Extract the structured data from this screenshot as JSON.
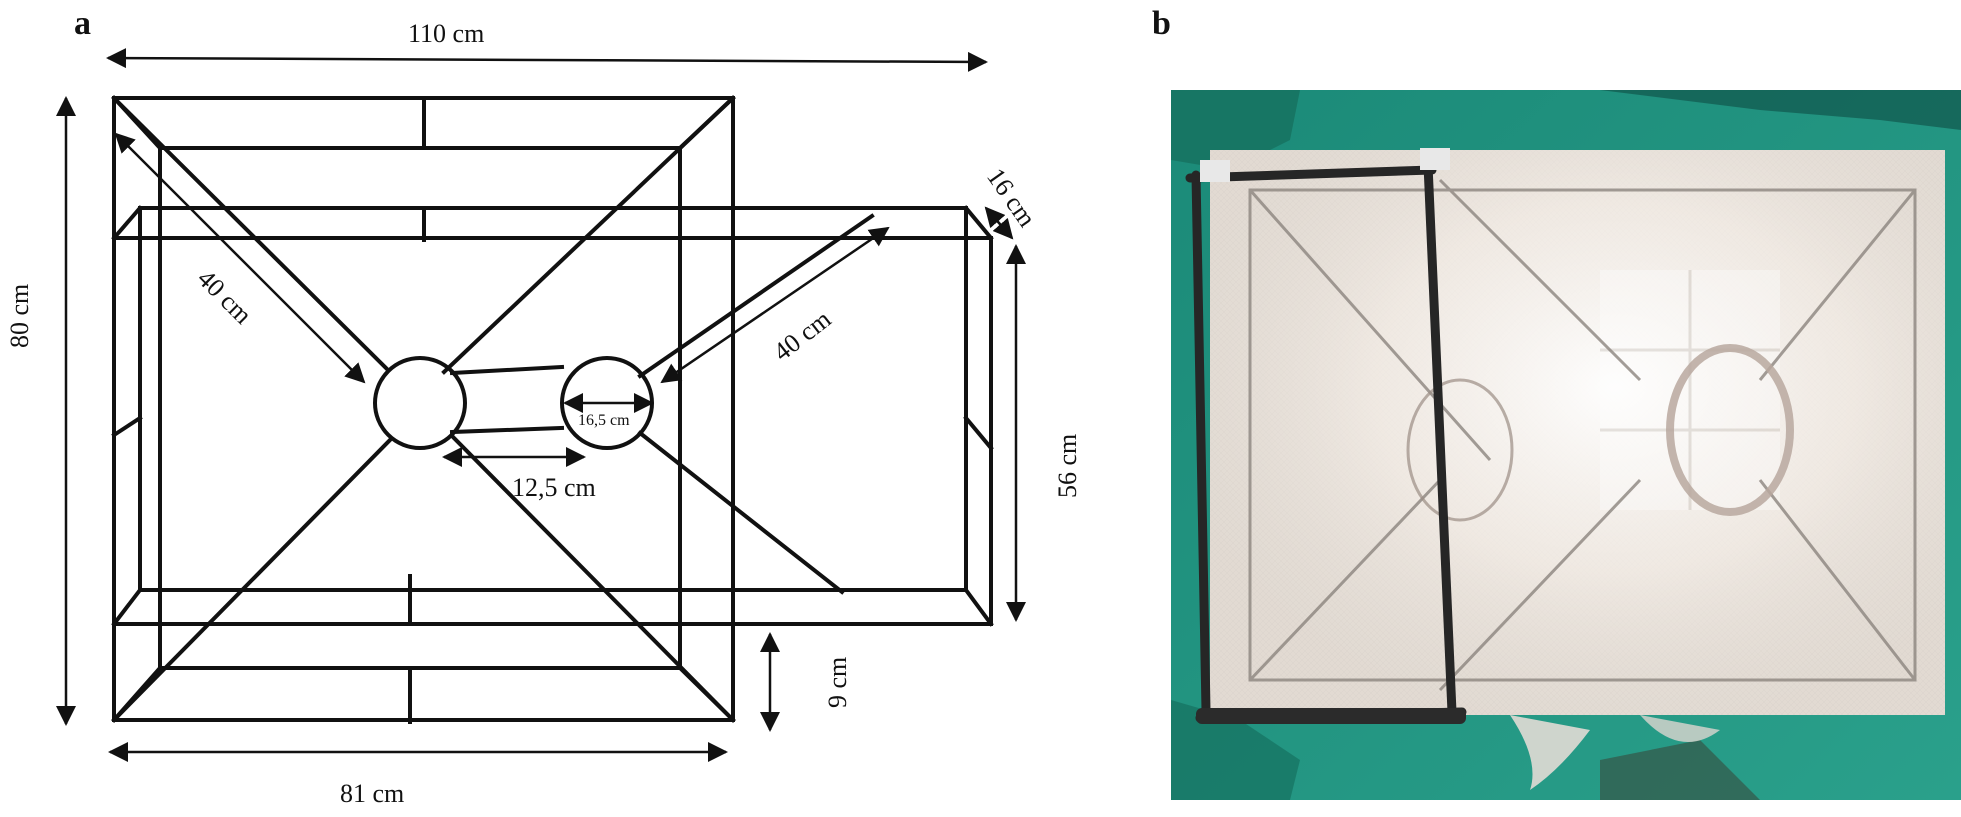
{
  "panel_a": {
    "letter": "a",
    "dimensions": {
      "width_top": "110 cm",
      "height_left": "80 cm",
      "diag_left": "40 cm",
      "depth_top_right": "16 cm",
      "diag_right": "40 cm",
      "height_right": "56 cm",
      "hole_diameter": "16,5 cm",
      "hole_spacing": "12,5 cm",
      "offset_bottom": "9 cm",
      "width_bottom": "81 cm"
    }
  },
  "panel_b": {
    "letter": "b",
    "photo": {
      "wall_color": "#1f8f7c",
      "net_color": "#e9e1d8",
      "frame_color": "#2a2a2a"
    }
  }
}
